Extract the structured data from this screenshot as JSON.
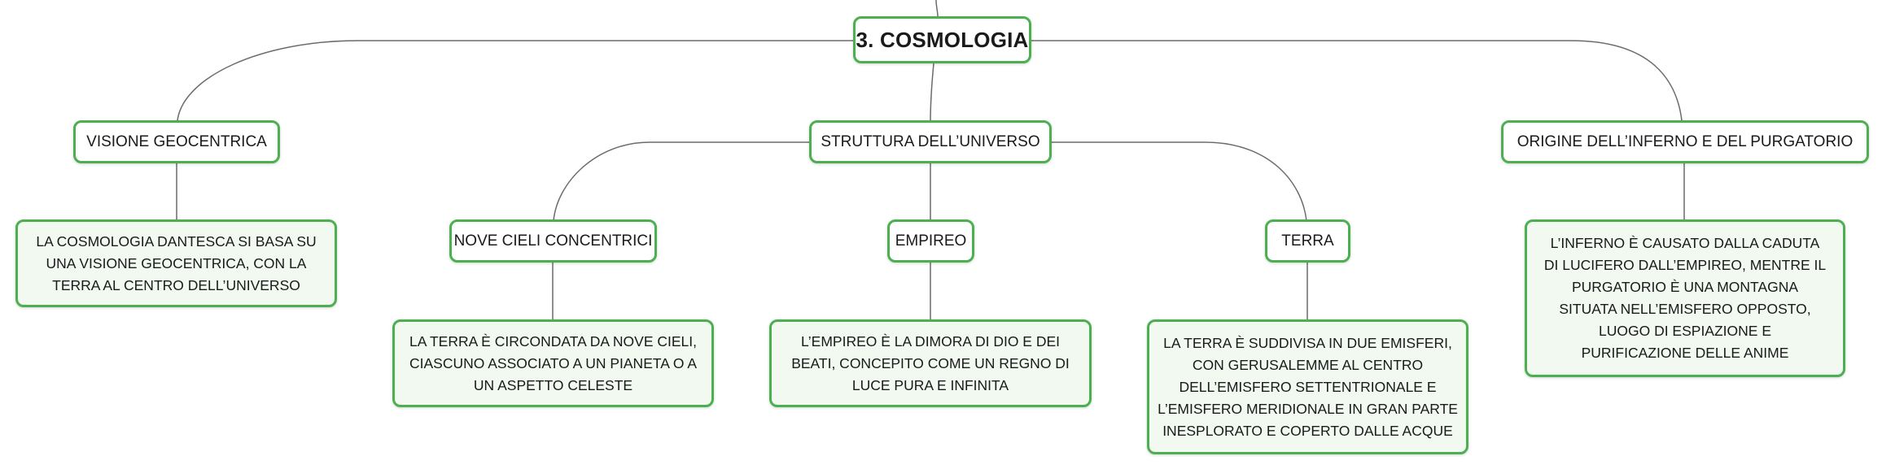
{
  "root": {
    "label": "3. COSMOLOGIA"
  },
  "branches": {
    "geocentric": {
      "label": "VISIONE GEOCENTRICA",
      "detail": "LA COSMOLOGIA DANTESCA SI BASA SU UNA VISIONE GEOCENTRICA, CON LA TERRA AL CENTRO DELL’UNIVERSO"
    },
    "structure": {
      "label": "STRUTTURA DELL’UNIVERSO",
      "children": {
        "heavens": {
          "label": "NOVE CIELI CONCENTRICI",
          "detail": "LA TERRA È CIRCONDATA DA NOVE CIELI, CIASCUNO ASSOCIATO A UN PIANETA O A UN ASPETTO CELESTE"
        },
        "empyrean": {
          "label": "EMPIREO",
          "detail": "L’EMPIREO È LA DIMORA DI DIO E DEI BEATI, CONCEPITO COME UN REGNO DI LUCE PURA E INFINITA"
        },
        "earth": {
          "label": "TERRA",
          "detail": "LA TERRA È SUDDIVISA IN DUE EMISFERI, CON GERUSALEMME AL CENTRO DELL’EMISFERO SETTENTRIONALE E L’EMISFERO MERIDIONALE IN GRAN PARTE INESPLORATO E COPERTO DALLE ACQUE"
        }
      }
    },
    "origin": {
      "label": "ORIGINE DELL’INFERNO E DEL PURGATORIO",
      "detail": "L’INFERNO È CAUSATO DALLA CADUTA DI LUCIFERO DALL’EMPIREO, MENTRE IL PURGATORIO È UNA MONTAGNA SITUATA NELL’EMISFERO OPPOSTO, LUOGO DI ESPIAZIONE E PURIFICAZIONE DELLE ANIME"
    }
  },
  "colors": {
    "border": "#4caf50",
    "leaf_fill": "#f1f9f1",
    "connector": "#6b6b6b"
  }
}
